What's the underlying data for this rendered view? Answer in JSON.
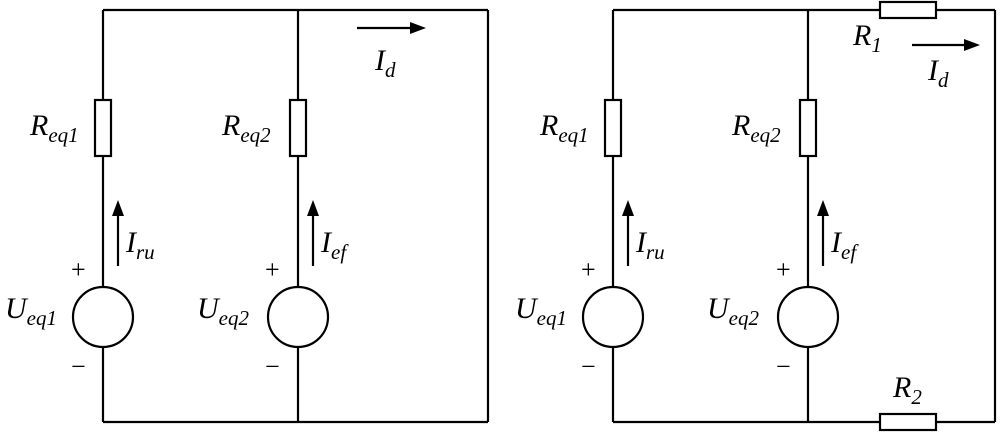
{
  "left_circuit": {
    "current_d": {
      "main": "I",
      "sub": "d"
    },
    "branch1": {
      "resistor": {
        "main": "R",
        "sub": "eq1"
      },
      "current": {
        "main": "I",
        "sub": "ru"
      },
      "source": {
        "main": "U",
        "sub": "eq1"
      },
      "plus": "+",
      "minus": "−"
    },
    "branch2": {
      "resistor": {
        "main": "R",
        "sub": "eq2"
      },
      "current": {
        "main": "I",
        "sub": "ef"
      },
      "source": {
        "main": "U",
        "sub": "eq2"
      },
      "plus": "+",
      "minus": "−"
    }
  },
  "right_circuit": {
    "current_d": {
      "main": "I",
      "sub": "d"
    },
    "r1": {
      "main": "R",
      "sub": "1"
    },
    "r2": {
      "main": "R",
      "sub": "2"
    },
    "branch1": {
      "resistor": {
        "main": "R",
        "sub": "eq1"
      },
      "current": {
        "main": "I",
        "sub": "ru"
      },
      "source": {
        "main": "U",
        "sub": "eq1"
      },
      "plus": "+",
      "minus": "−"
    },
    "branch2": {
      "resistor": {
        "main": "R",
        "sub": "eq2"
      },
      "current": {
        "main": "I",
        "sub": "ef"
      },
      "source": {
        "main": "U",
        "sub": "eq2"
      },
      "plus": "+",
      "minus": "−"
    }
  }
}
